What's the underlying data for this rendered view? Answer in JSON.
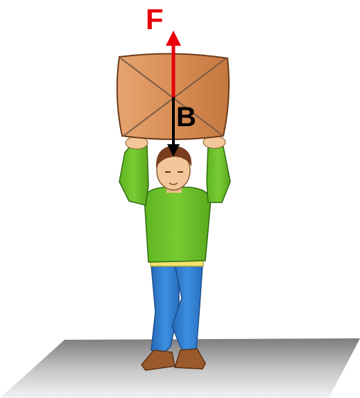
{
  "forces": {
    "applied": {
      "label": "F",
      "color": "#e8000b"
    },
    "weight": {
      "label": "B",
      "color": "#000000"
    }
  },
  "colors": {
    "box": "#d9915c",
    "box_shade": "#b86b3a",
    "shirt": "#6bc22c",
    "jeans": "#2f7fd0",
    "skin": "#f3c79a",
    "hair": "#7a3d1f",
    "shoes": "#9a5a2c",
    "floor": "#9a9a9a"
  },
  "icons": {
    "person": "person-lifting-box",
    "box": "cardboard-box",
    "floor": "floor-plane"
  }
}
